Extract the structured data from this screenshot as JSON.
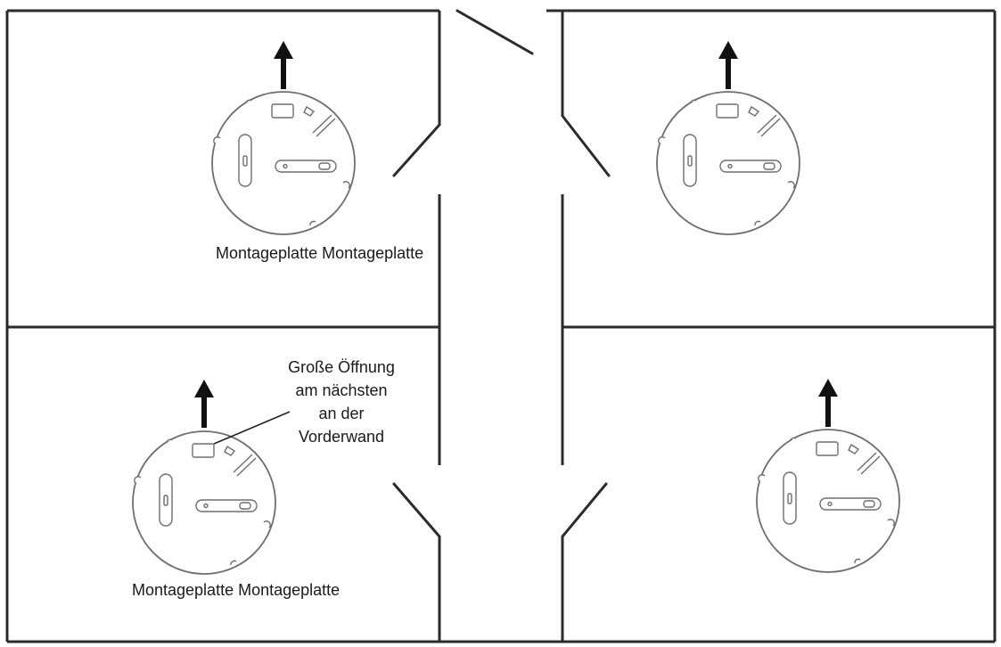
{
  "labels": {
    "plate_top_left": "Montageplatte Montageplatte",
    "plate_bottom_left": "Montageplatte Montageplatte",
    "callout": [
      "Große Öffnung",
      "am nächsten",
      "an der",
      "Vorderwand"
    ]
  },
  "icons": {
    "front_arrow": "arrow-up-icon",
    "mounting_plate": "mounting-plate-icon"
  }
}
